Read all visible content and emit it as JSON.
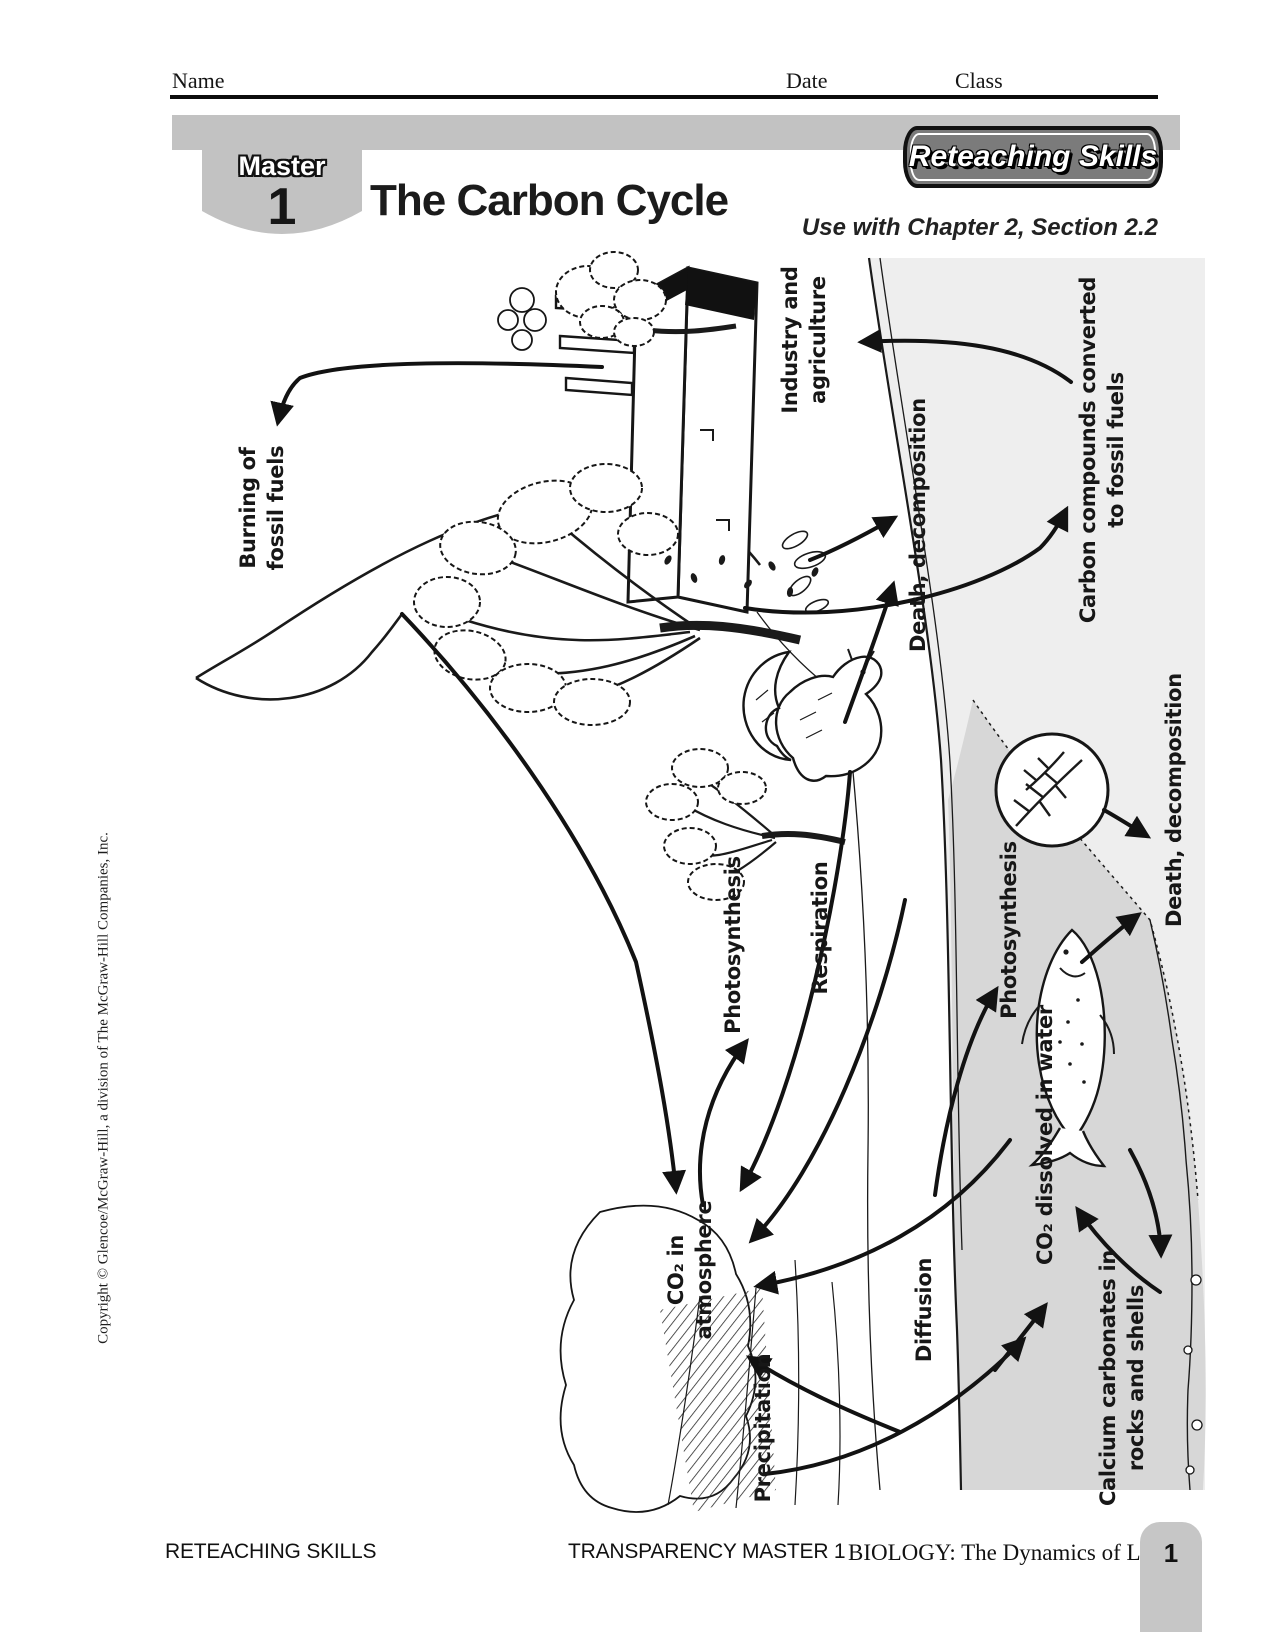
{
  "header": {
    "name_label": "Name",
    "date_label": "Date",
    "class_label": "Class"
  },
  "banner": {
    "master_label": "Master",
    "master_number": "1",
    "title": "The Carbon Cycle",
    "badge": "Reteaching Skills",
    "use_with": "Use with Chapter 2, Section 2.2"
  },
  "diagram": {
    "labels": {
      "burning": {
        "line1": "Burning of",
        "line2": "fossil fuels"
      },
      "industry": {
        "line1": "Industry and",
        "line2": "agriculture"
      },
      "death_land": "Death, decomposition",
      "carbon_compounds": {
        "line1": "Carbon compounds converted",
        "line2": "to fossil fuels"
      },
      "death_water": "Death, decomposition",
      "photosynthesis_land": "Photosynthesis",
      "respiration": "Respiration",
      "photosynthesis_water": "Photosynthesis",
      "co2_atmosphere": {
        "line1": "CO₂ in",
        "line2": "atmosphere"
      },
      "diffusion": "Diffusion",
      "co2_water": "CO₂ dissolved in water",
      "precipitation": "Precipitation",
      "calcium": {
        "line1": "Calcium carbonates in",
        "line2": "rocks and shells"
      }
    }
  },
  "sidebar": {
    "copyright": "Copyright © Glencoe/McGraw-Hill, a division of The McGraw-Hill Companies, Inc."
  },
  "footer": {
    "left": "RETEACHING SKILLS",
    "center": "TRANSPARENCY MASTER 1",
    "book": "BIOLOGY: The Dynamics of Life",
    "page": "1"
  },
  "colors": {
    "banner_gray": "#c2c2c2",
    "badge_gray": "#7b7b7b",
    "region_light": "#eeeeee",
    "region_water": "#d7d7d7",
    "tab_gray": "#c6c6c6",
    "ink": "#141414"
  }
}
